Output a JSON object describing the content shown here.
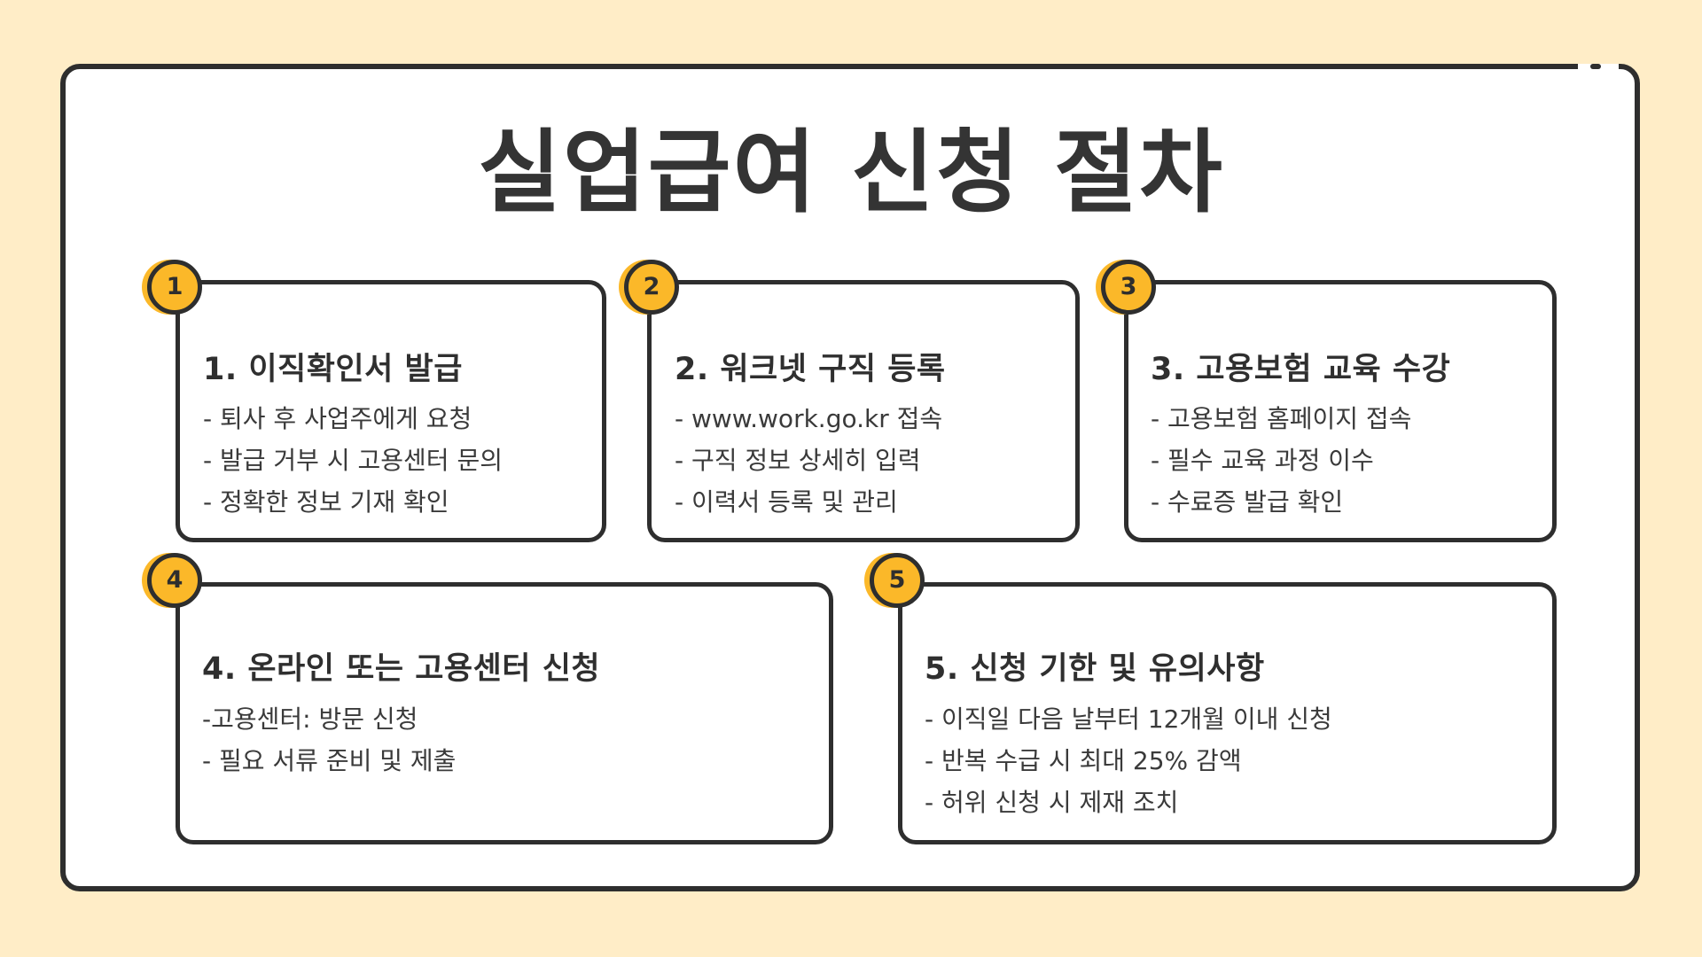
{
  "title": "실업급여 신청 절차",
  "accent_color": "#FBB829",
  "background_color": "#FFEDC7",
  "steps": [
    {
      "number": "1",
      "title": "1. 이직확인서 발급",
      "items": [
        "- 퇴사 후 사업주에게 요청",
        "- 발급 거부 시 고용센터 문의",
        "- 정확한 정보 기재 확인"
      ]
    },
    {
      "number": "2",
      "title": "2. 워크넷 구직 등록",
      "items": [
        "- www.work.go.kr 접속",
        "- 구직 정보 상세히 입력",
        "- 이력서 등록 및 관리"
      ]
    },
    {
      "number": "3",
      "title": "3. 고용보험 교육 수강",
      "items": [
        "- 고용보험 홈페이지 접속",
        "- 필수 교육 과정 이수",
        "- 수료증 발급 확인"
      ]
    },
    {
      "number": "4",
      "title": "4. 온라인 또는 고용센터 신청",
      "items": [
        " -고용센터: 방문 신청",
        "- 필요 서류 준비 및 제출"
      ]
    },
    {
      "number": "5",
      "title": "5. 신청 기한 및 유의사항",
      "items": [
        "- 이직일 다음 날부터 12개월 이내 신청",
        "- 반복 수급 시 최대 25% 감액",
        "- 허위 신청 시 제재 조치"
      ]
    }
  ]
}
